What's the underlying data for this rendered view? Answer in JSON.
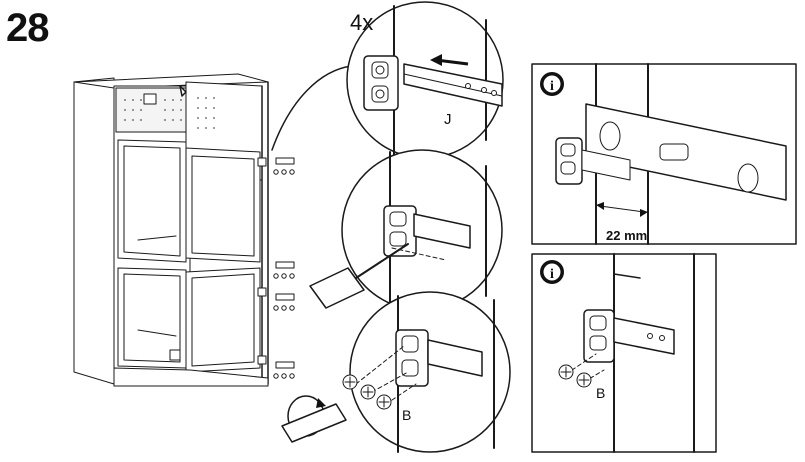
{
  "step": {
    "number": "28"
  },
  "callouts": {
    "quantity": "4x",
    "bracket_label": "J",
    "screw_label_top": "B",
    "screw_label_bottom": "B"
  },
  "info_panels": [
    {
      "icon": "i",
      "measurement": "22 mm"
    },
    {
      "icon": "i"
    }
  ],
  "icons": [
    "info-icon",
    "screwdriver-icon",
    "rotate-arrow-icon",
    "level-tool-icon",
    "screw-icon"
  ]
}
